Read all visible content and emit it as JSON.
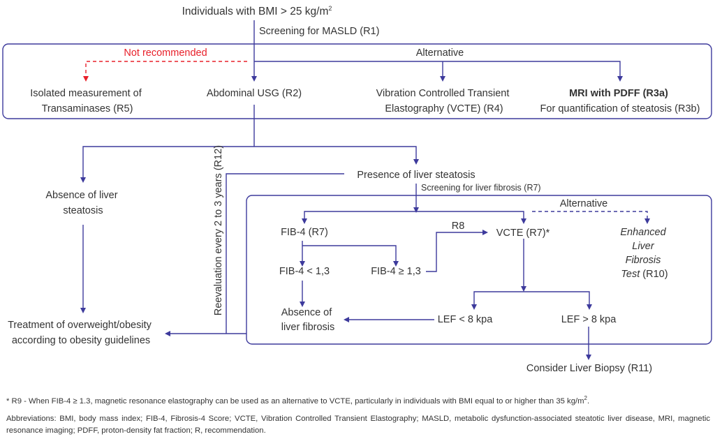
{
  "diagram": {
    "title": "Individuals with BMI > 25 kg/m",
    "title_sup": "2",
    "screening_masld": "Screening for MASLD (R1)",
    "box1": {
      "not_recommended": "Not recommended",
      "alternative": "Alternative",
      "transaminases_line1": "Isolated measurement of",
      "transaminases_line2": "Transaminases (R5)",
      "abdominal_usg": "Abdominal USG (R2)",
      "vcte_line1": "Vibration Controlled Transient",
      "vcte_line2": "Elastography (VCTE) (R4)",
      "mri_line1": "MRI with PDFF (R3a)",
      "mri_line2": "For quantification of steatosis (R3b)"
    },
    "absence_steatosis_line1": "Absence of liver",
    "absence_steatosis_line2": "steatosis",
    "presence_steatosis": "Presence of liver steatosis",
    "screening_fibrosis": "Screening for liver fibrosis (R7)",
    "reevaluation": "Reevaluation every 2 to 3 years (R12)",
    "treatment_line1": "Treatment of overweight/obesity",
    "treatment_line2": "according to obesity guidelines",
    "box2": {
      "alternative": "Alternative",
      "fib4": "FIB-4 (R7)",
      "fib4_low": "FIB-4 < 1,3",
      "fib4_high": "FIB-4 ≥ 1,3",
      "r8": "R8",
      "vcte": "VCTE (R7)*",
      "elf_line1": "Enhanced",
      "elf_line2": "Liver",
      "elf_line3": "Fibrosis",
      "elf_line4_italic": "Test",
      "elf_line4_rest": " (R10)",
      "absence_fibrosis_line1": "Absence of",
      "absence_fibrosis_line2": "liver fibrosis",
      "lef_low": "LEF < 8 kpa",
      "lef_high": "LEF > 8 kpa"
    },
    "biopsy": "Consider Liver Biopsy (R11)"
  },
  "footnotes": {
    "r9": "* R9 - When FIB-4 ≥ 1.3, magnetic resonance elastography can be used as an alternative to VCTE, particularly in individuals with BMI equal to or higher than 35 kg/m",
    "r9_sup": "2",
    "r9_end": ".",
    "abbreviations": "Abbreviations: BMI, body mass index; FIB-4, Fibrosis-4 Score; VCTE, Vibration Controlled Transient Elastography; MASLD, metabolic dysfunction-associated steatotic liver disease, MRI, magnetic resonance imaging; PDFF, proton-density fat fraction; R, recommendation."
  }
}
